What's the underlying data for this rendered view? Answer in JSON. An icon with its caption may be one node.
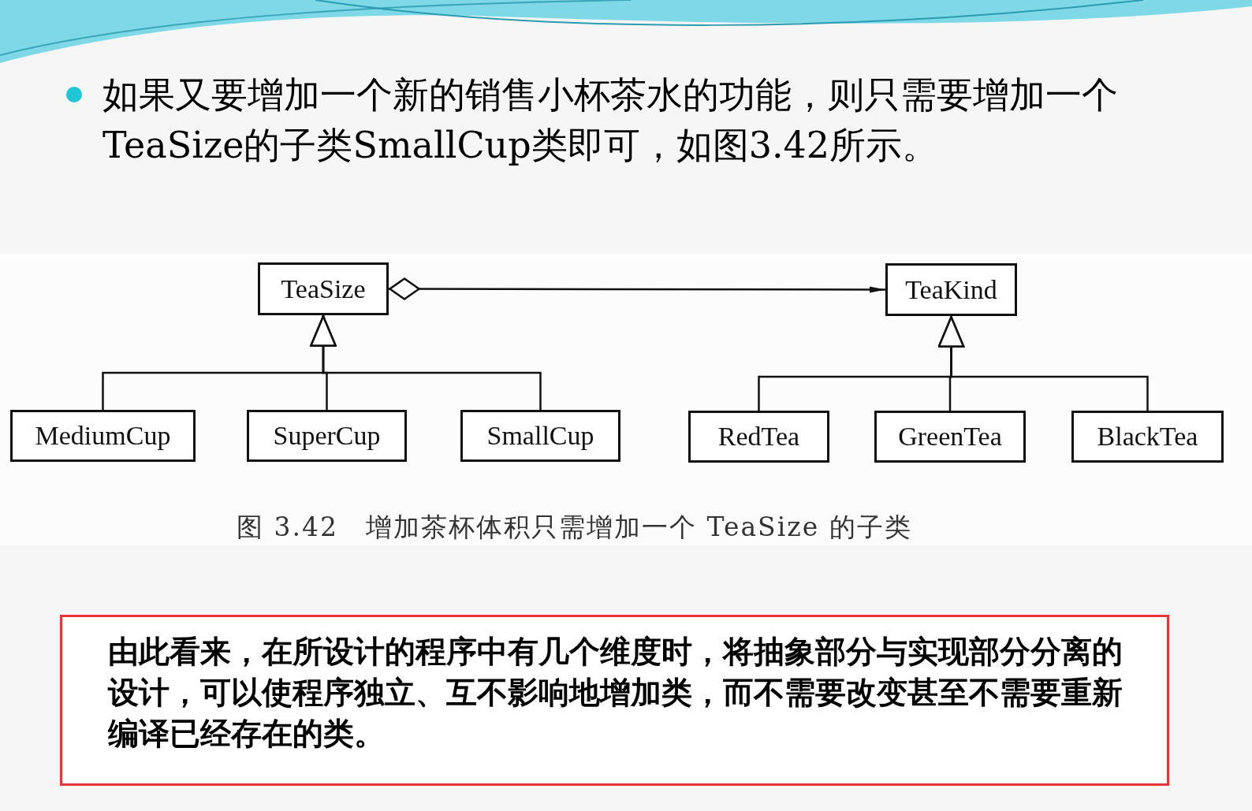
{
  "diagram": {
    "caption": "图 3.42　增加茶杯体积只需增加一个 TeaSize 的子类",
    "nodes": [
      {
        "text": [
          "TeaSize"
        ]
      },
      {
        "text": [
          "TeaKind"
        ]
      },
      {
        "text": [
          "MediumCup"
        ]
      },
      {
        "text": [
          "SuperCup"
        ]
      },
      {
        "text": [
          "SmallCup"
        ]
      },
      {
        "text": [
          "RedTea"
        ]
      },
      {
        "text": [
          "GreenTea"
        ]
      },
      {
        "text": [
          "BlackTea"
        ]
      },
      {
        "text": [
          "由此看来，在所设计的程序中有几个维度时，将抽象部分与实现部分分离的设计，可以使程序独立、互不影响地增加类，而不需要改变甚至不需要重新编译已经存在的类。"
        ]
      }
    ],
    "edges": [
      {
        "from": 0,
        "to": 1,
        "arrow": "to"
      },
      {
        "from": 2,
        "to": 0,
        "arrow": "to"
      },
      {
        "from": 3,
        "to": 0,
        "arrow": "to"
      },
      {
        "from": 4,
        "to": 0,
        "arrow": "to"
      },
      {
        "from": 5,
        "to": 1,
        "arrow": "to"
      },
      {
        "from": 6,
        "to": 1,
        "arrow": "to"
      },
      {
        "from": 7,
        "to": 1,
        "arrow": "to"
      }
    ],
    "labels": [
      "如果又要增加一个新的销售小杯茶水的功能，则只需要增加一个TeaSize的子类SmallCup类即可，如图3.42所示。"
    ]
  }
}
